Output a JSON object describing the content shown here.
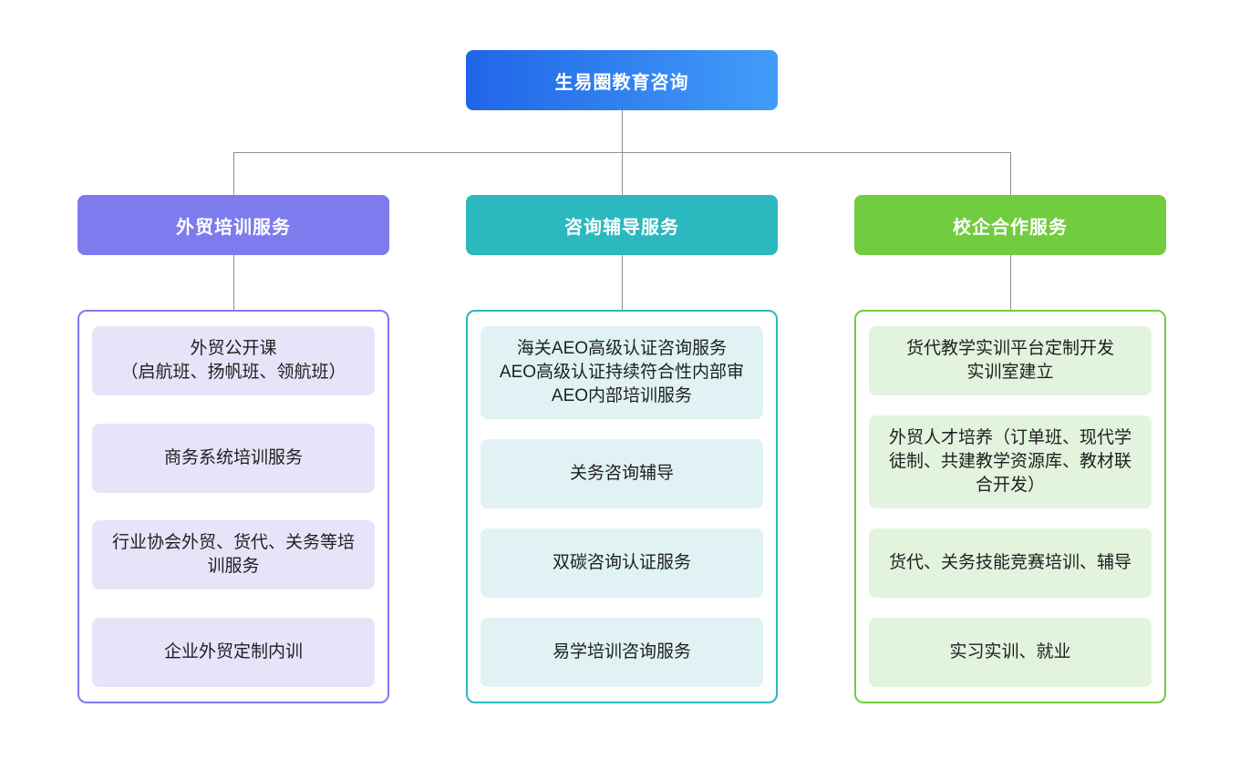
{
  "page": {
    "background": "#ffffff"
  },
  "connector_color": "#8a8f99",
  "root": {
    "label": "生易圈教育咨询",
    "gradient_start": "#2165e8",
    "gradient_end": "#419df8",
    "text_color": "#ffffff"
  },
  "branches": [
    {
      "label": "外贸培训服务",
      "accent": "#7d7bee",
      "item_bg": "#e6e4f9",
      "items": [
        {
          "text": "外贸公开课\n（启航班、扬帆班、领航班）"
        },
        {
          "text": "商务系统培训服务"
        },
        {
          "text": "行业协会外贸、货代、关务等培训服务"
        },
        {
          "text": "企业外贸定制内训"
        }
      ]
    },
    {
      "label": "咨询辅导服务",
      "accent": "#2bb8be",
      "item_bg": "#e0f2f4",
      "items": [
        {
          "text": "海关AEO高级认证咨询服务\nAEO高级认证持续符合性内部审\nAEO内部培训服务"
        },
        {
          "text": "关务咨询辅导"
        },
        {
          "text": "双碳咨询认证服务"
        },
        {
          "text": "易学培训咨询服务"
        }
      ]
    },
    {
      "label": "校企合作服务",
      "accent": "#72cc3f",
      "item_bg": "#e2f3de",
      "items": [
        {
          "text": "货代教学实训平台定制开发\n实训室建立"
        },
        {
          "text": "外贸人才培养（订单班、现代学徒制、共建教学资源库、教材联合开发）"
        },
        {
          "text": "货代、关务技能竞赛培训、辅导"
        },
        {
          "text": "实习实训、就业"
        }
      ]
    }
  ]
}
